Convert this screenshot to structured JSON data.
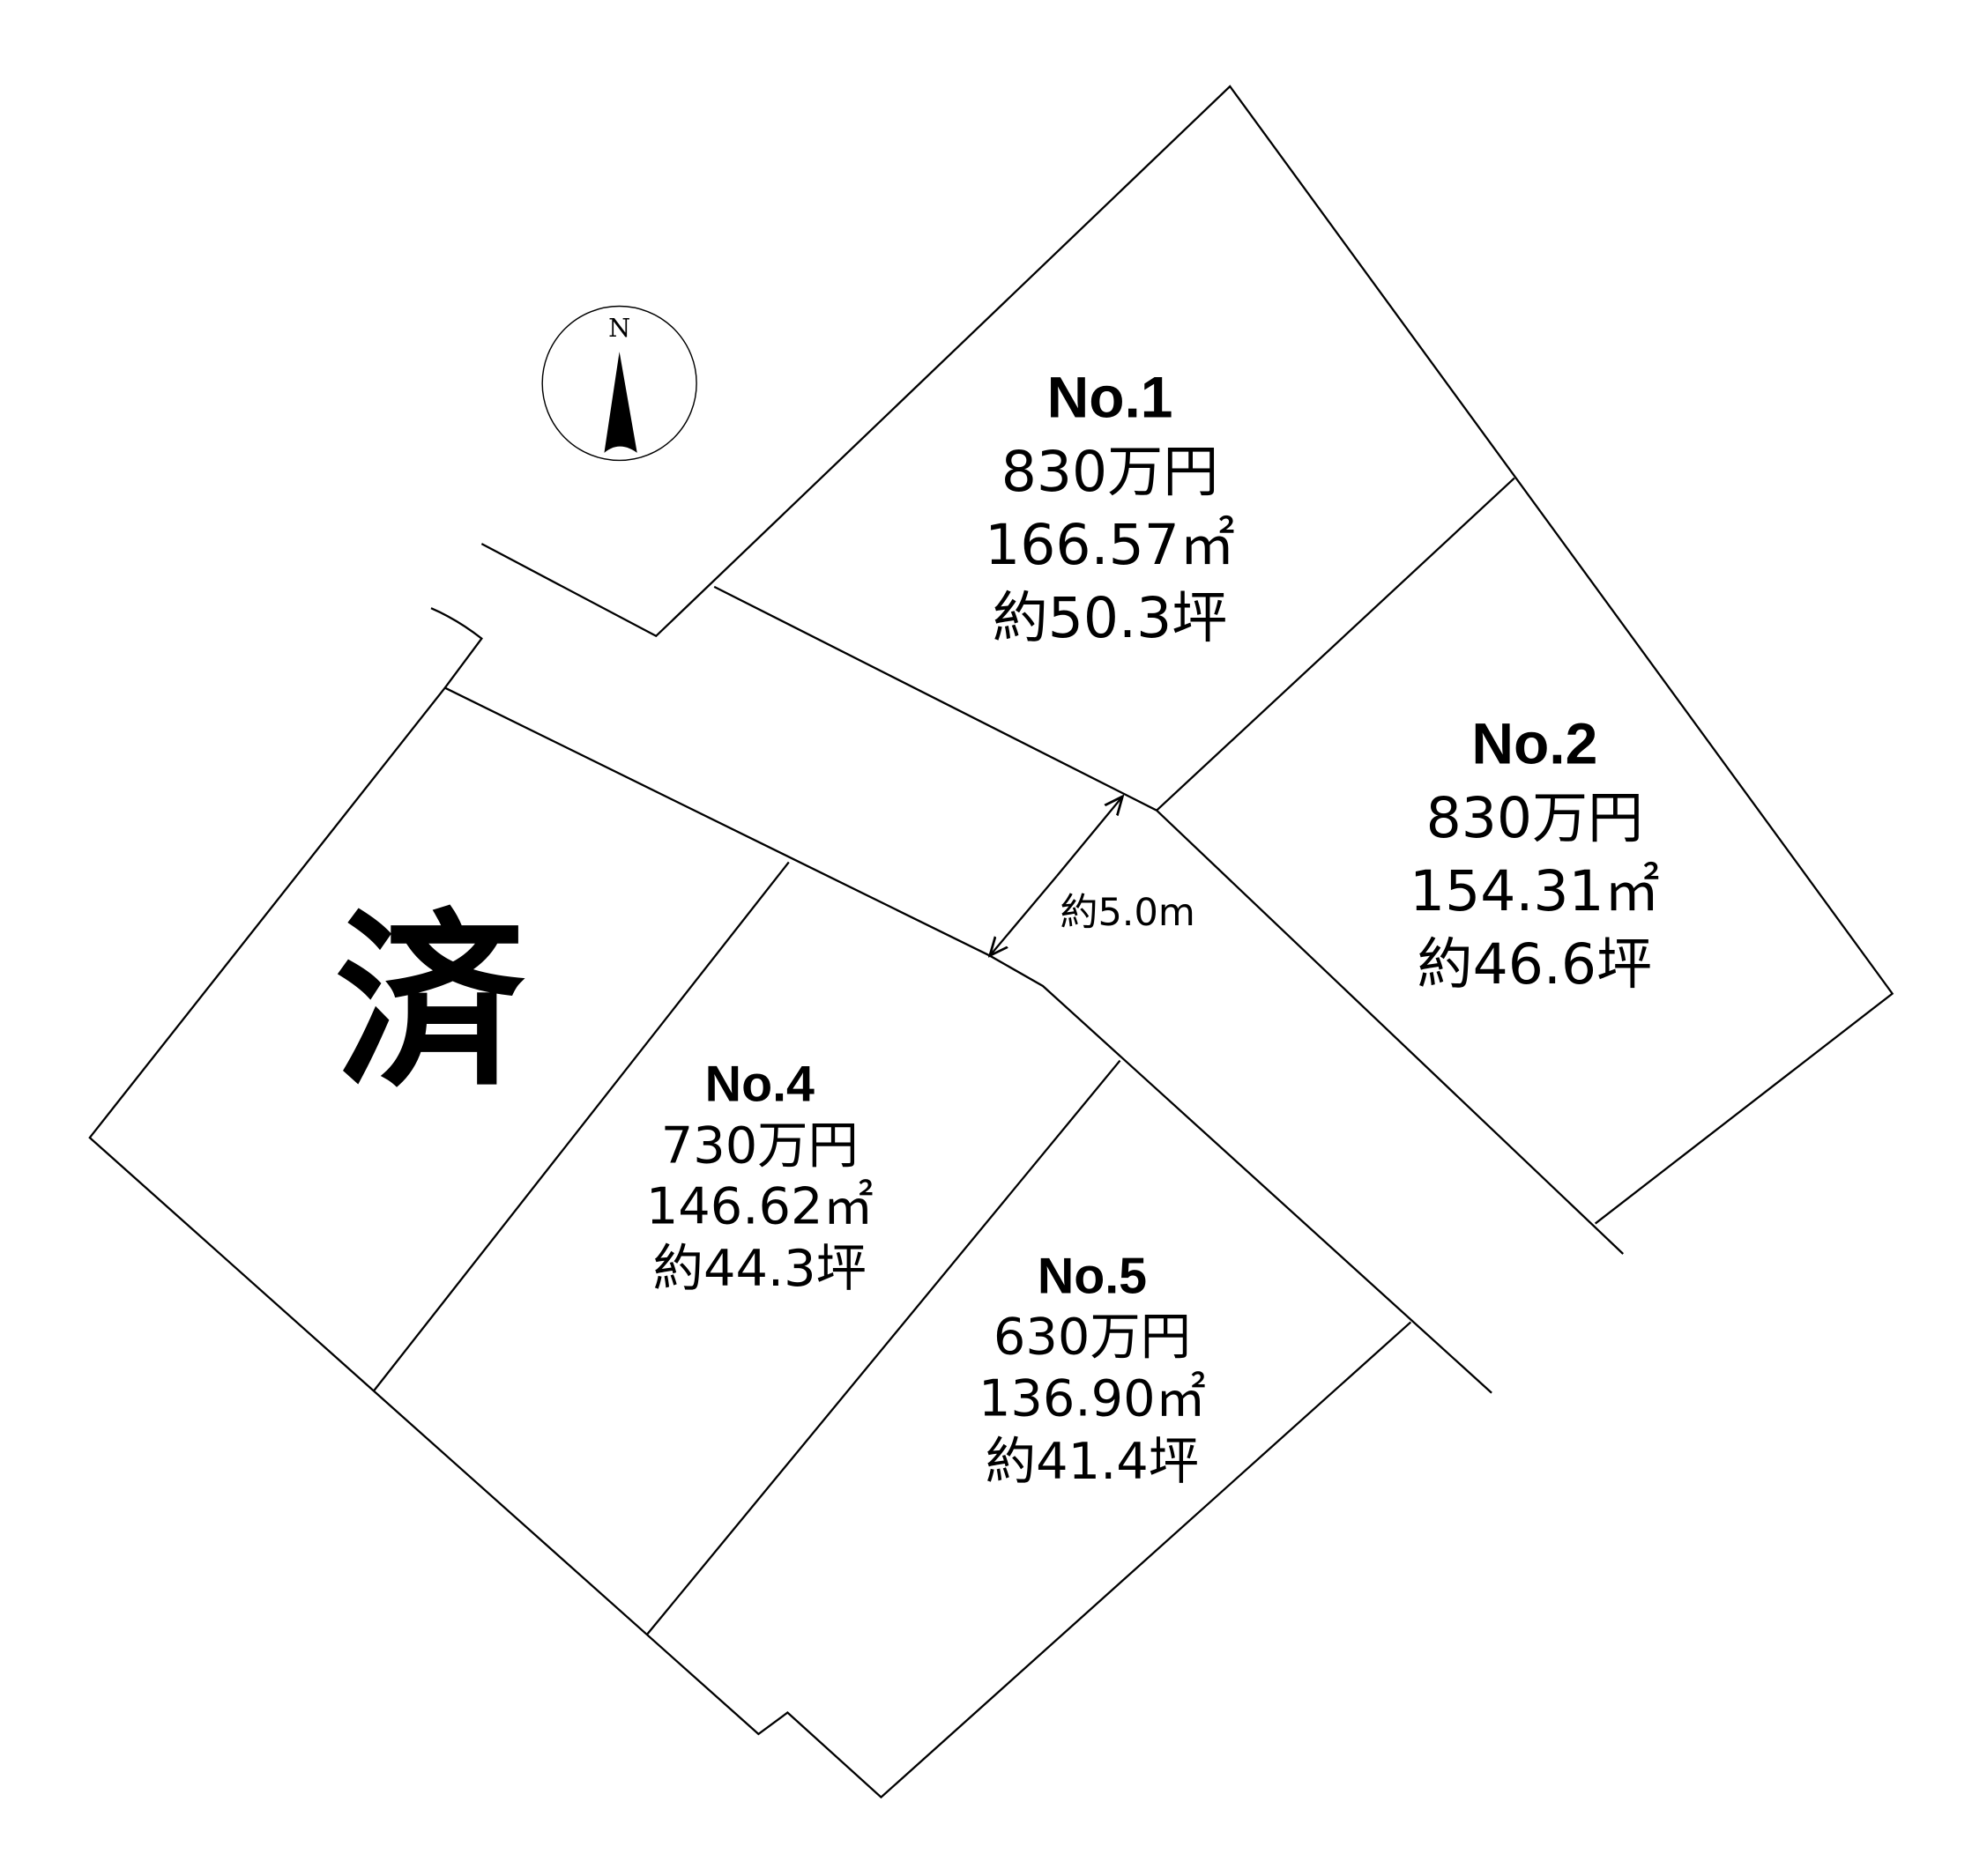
{
  "compass": {
    "label": "N"
  },
  "sold_mark": {
    "text": "済",
    "color": "#ff0000"
  },
  "road": {
    "width_label": "約5.0m"
  },
  "lots": [
    {
      "no": "No.1",
      "price": "830万円",
      "area": "166.57㎡",
      "tsubo": "約50.3坪"
    },
    {
      "no": "No.2",
      "price": "830万円",
      "area": "154.31㎡",
      "tsubo": "約46.6坪"
    },
    {
      "no": "No.4",
      "price": "730万円",
      "area": "146.62㎡",
      "tsubo": "約44.3坪"
    },
    {
      "no": "No.5",
      "price": "630万円",
      "area": "136.90㎡",
      "tsubo": "約41.4坪"
    }
  ]
}
